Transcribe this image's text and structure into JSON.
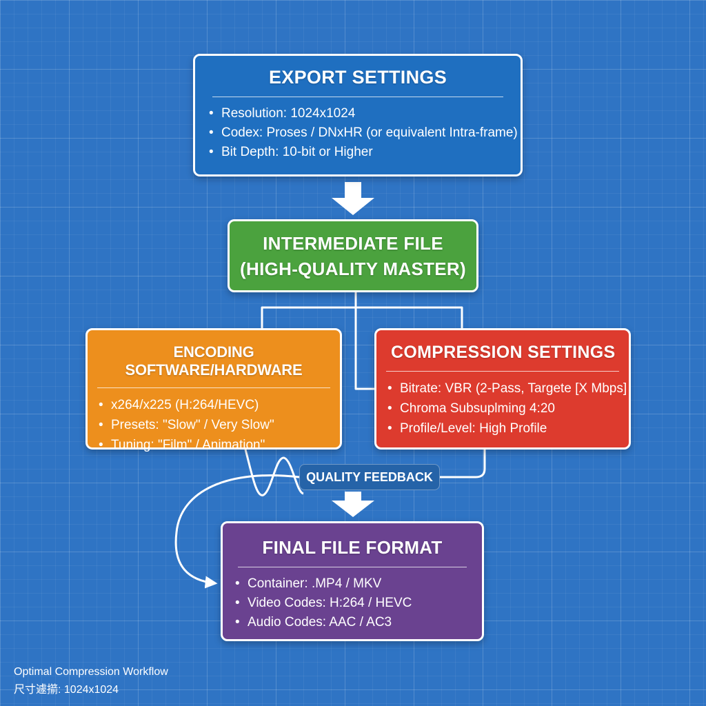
{
  "colors": {
    "background": "#2f74c4",
    "export_box": "#1f6fc0",
    "intermediate_box": "#4ba23e",
    "encoding_box": "#ed8f1d",
    "compression_box": "#dd3b2e",
    "final_box": "#6a4290",
    "connector": "#ffffff"
  },
  "export_settings": {
    "title": "EXPORT SETTINGS",
    "items": [
      "Resolution: 1024x1024",
      "Codex: Proses / DNxHR (or equivalent Intra-frame)",
      "Bit Depth: 10-bit or Higher"
    ]
  },
  "intermediate_file": {
    "title_line1": "INTERMEDIATE FILE",
    "title_line2": "(HIGH-QUALITY MASTER)"
  },
  "encoding": {
    "title": "ENCODING SOFTWARE/HARDWARE",
    "items": [
      "x264/x225 (H:264/HEVC)",
      "Presets: \"Slow\" / Very Slow\"",
      "Tuning: \"Film\" / Animation\""
    ]
  },
  "compression": {
    "title": "COMPRESSION SETTINGS",
    "items": [
      "Bitrate: VBR (2-Pass, Targete [X Mbps]",
      "Chroma Subsuplming 4:20",
      "Profile/Level: High Profile"
    ]
  },
  "feedback": {
    "label": "QUALITY FEEDBACK"
  },
  "final_format": {
    "title": "FINAL FILE FORMAT",
    "items": [
      "Container: .MP4 / MKV",
      "Video Codes: H:264 / HEVC",
      "Audio Codes: AAC / AC3"
    ]
  },
  "caption": {
    "line1": "Optimal Compression Workflow",
    "line2": "尺寸遽擶: 1024x1024"
  }
}
